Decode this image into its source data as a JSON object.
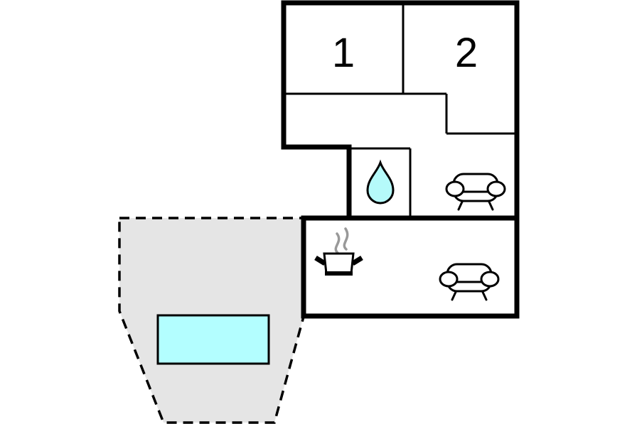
{
  "floorplan": {
    "type": "vacation-home-floor-plan",
    "rooms": [
      {
        "label": "1"
      },
      {
        "label": "2"
      }
    ],
    "areas": {
      "bathroom": {
        "icon": "water-drop-icon"
      },
      "living_room": {
        "icon": "sofa-icon"
      },
      "lounge": {
        "icon": "sofa-icon"
      },
      "kitchen": {
        "icon": "cooking-pot-icon",
        "steam_icon": "steam-icon"
      },
      "terrace": {
        "feature": "pool-rectangle",
        "border_style": "dashed"
      }
    }
  },
  "colors": {
    "background": "#ffffff",
    "wall": "#000000",
    "room_fill": "#ffffff",
    "terrace_fill": "#e5e5e5",
    "terrace_border": "#000000",
    "pool_fill": "#b3feff",
    "water_drop_fill": "#b5fafa",
    "furniture_stroke": "#000000",
    "furniture_fill": "#ffffff",
    "steam": "#999999"
  }
}
